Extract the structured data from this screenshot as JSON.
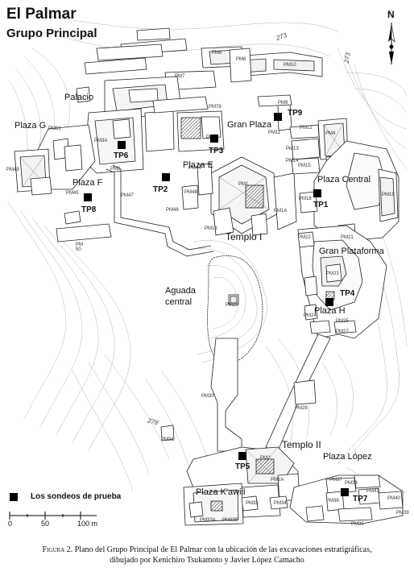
{
  "title": "El Palmar",
  "subtitle": "Grupo Principal",
  "north_label": "N",
  "contours": [
    "273",
    "273",
    "278"
  ],
  "plazas": [
    "Palacio",
    "Plaza G",
    "Plaza F",
    "Plaza E",
    "Gran Plaza",
    "Plaza Central",
    "Templo I",
    "Gran Plataforma",
    "Aguada central",
    "Plaza H",
    "Templo II",
    "Plaza López",
    "Plaza K'awiil"
  ],
  "structures": [
    "PM8",
    "PM6",
    "PM10",
    "PM7",
    "PM78",
    "PM9",
    "PM11",
    "PM12",
    "PM4",
    "PM13",
    "PM14",
    "PM15",
    "PM5",
    "PM3A",
    "PM3",
    "PM81",
    "PM49",
    "PM45",
    "PM44",
    "PM1",
    "PM47",
    "PM46",
    "PM48",
    "PM1A",
    "PM16",
    "PM19",
    "PM18",
    "PM21",
    "PM22",
    "PM23",
    "PM24",
    "PM25",
    "PM27",
    "PM29",
    "PM30",
    "PM28",
    "PM31",
    "PM2",
    "PM2A",
    "PM34",
    "PM33",
    "PM33A",
    "PM33B",
    "PM36",
    "PM37",
    "PM38",
    "PM40",
    "PM41",
    "PM39",
    "PM35",
    "PM 50"
  ],
  "test_pits": [
    "TP1",
    "TP2",
    "TP3",
    "TP4",
    "TP5",
    "TP6",
    "TP7",
    "TP8",
    "TP9"
  ],
  "legend": {
    "label": "Los sondeos de prueba"
  },
  "scale": {
    "labels": [
      "0",
      "50",
      "100 m"
    ]
  },
  "caption": {
    "lead": "Figura 2.",
    "text": "Plano del Grupo Principal de El Palmar con la ubicación de las excavaciones estratigráficas,",
    "text2": "dibujado por Kenichiro Tsukamoto y Javier López Camacho"
  }
}
